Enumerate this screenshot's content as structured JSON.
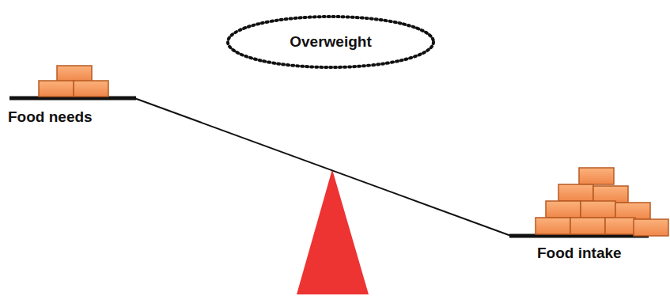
{
  "diagram": {
    "nodes": [
      {
        "text": [
          "Overweight"
        ]
      }
    ],
    "labels": [
      "Food needs",
      "Food intake"
    ]
  }
}
